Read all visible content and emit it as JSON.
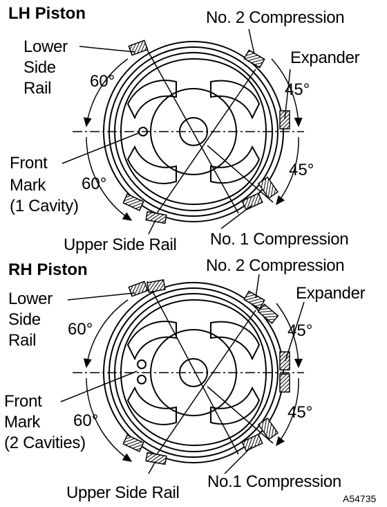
{
  "pistons": [
    {
      "title": "LH Piston",
      "labels": {
        "lower_side_rail": [
          "Lower",
          "Side",
          "Rail"
        ],
        "no2_compression": "No. 2 Compression",
        "expander": "Expander",
        "front_mark": [
          "Front",
          "Mark",
          "(1 Cavity)"
        ],
        "upper_side_rail": "Upper Side Rail",
        "no1_compression": "No. 1 Compression",
        "angle_top_left": "60°",
        "angle_bottom_left": "60°",
        "angle_top_right": "45°",
        "angle_bottom_right": "45°"
      },
      "front_mark_cavities": 1
    },
    {
      "title": "RH Piston",
      "labels": {
        "lower_side_rail": [
          "Lower",
          "Side",
          "Rail"
        ],
        "no2_compression": "No. 2 Compression",
        "expander": "Expander",
        "front_mark": [
          "Front",
          "Mark",
          "(2 Cavities)"
        ],
        "upper_side_rail": "Upper Side Rail",
        "no1_compression": "No.1 Compression",
        "angle_top_left": "60°",
        "angle_bottom_left": "60°",
        "angle_top_right": "45°",
        "angle_bottom_right": "45°"
      },
      "front_mark_cavities": 2
    }
  ],
  "figure_code": "A54735"
}
